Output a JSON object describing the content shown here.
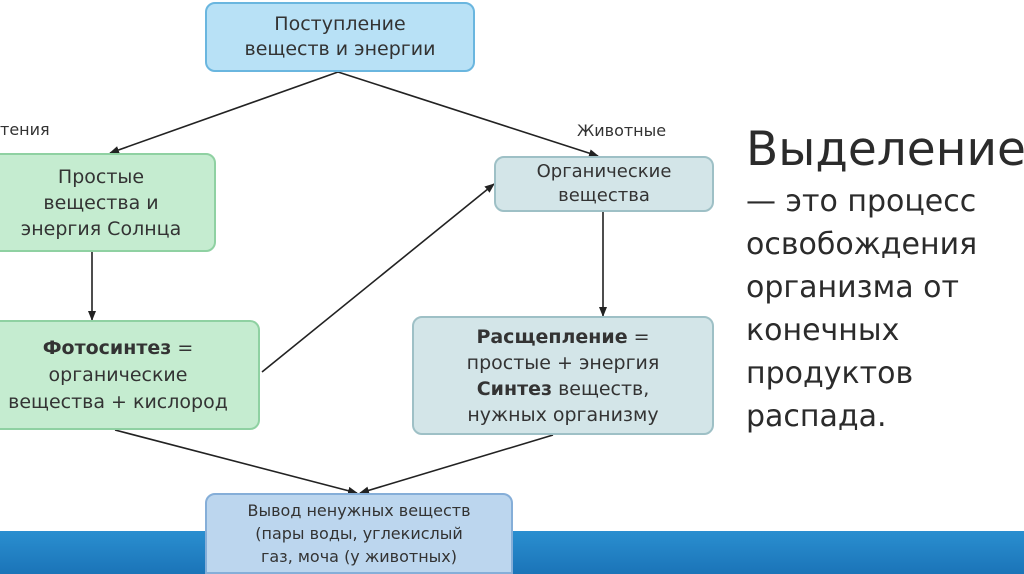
{
  "nodes": {
    "intake": {
      "line1": "Поступление",
      "line2": "веществ и энергии"
    },
    "plants_label": "тения",
    "animals_label": "Животные",
    "simple": {
      "line1": "Простые",
      "line2": "вещества и",
      "line3": "энергия Солнца"
    },
    "photosynthesis": {
      "bold": "Фотосинтез",
      "rest1": " =",
      "line2": "органические",
      "line3": "вещества + кислород"
    },
    "organic": {
      "line1": "Органические",
      "line2": "вещества"
    },
    "breakdown": {
      "bold1": "Расщепление",
      "rest1": " =",
      "line2": "простые + энергия",
      "bold3": "Синтез",
      "rest3": " веществ,",
      "line4": "нужных организму"
    },
    "output": {
      "line1": "Вывод ненужных веществ",
      "line2": "(пары воды, углекислый",
      "line3": "газ, моча (у животных)"
    }
  },
  "definition": {
    "title": "Выделение",
    "lines": [
      "— это процесс",
      "освобождения",
      "организма от",
      "конечных",
      "продуктов",
      "распада."
    ]
  },
  "colors": {
    "blue_box": "#b8e1f6",
    "green_box": "#c5ecd0",
    "gray_box": "#d3e5e8",
    "bottom_bar": "#1f7fc2"
  }
}
